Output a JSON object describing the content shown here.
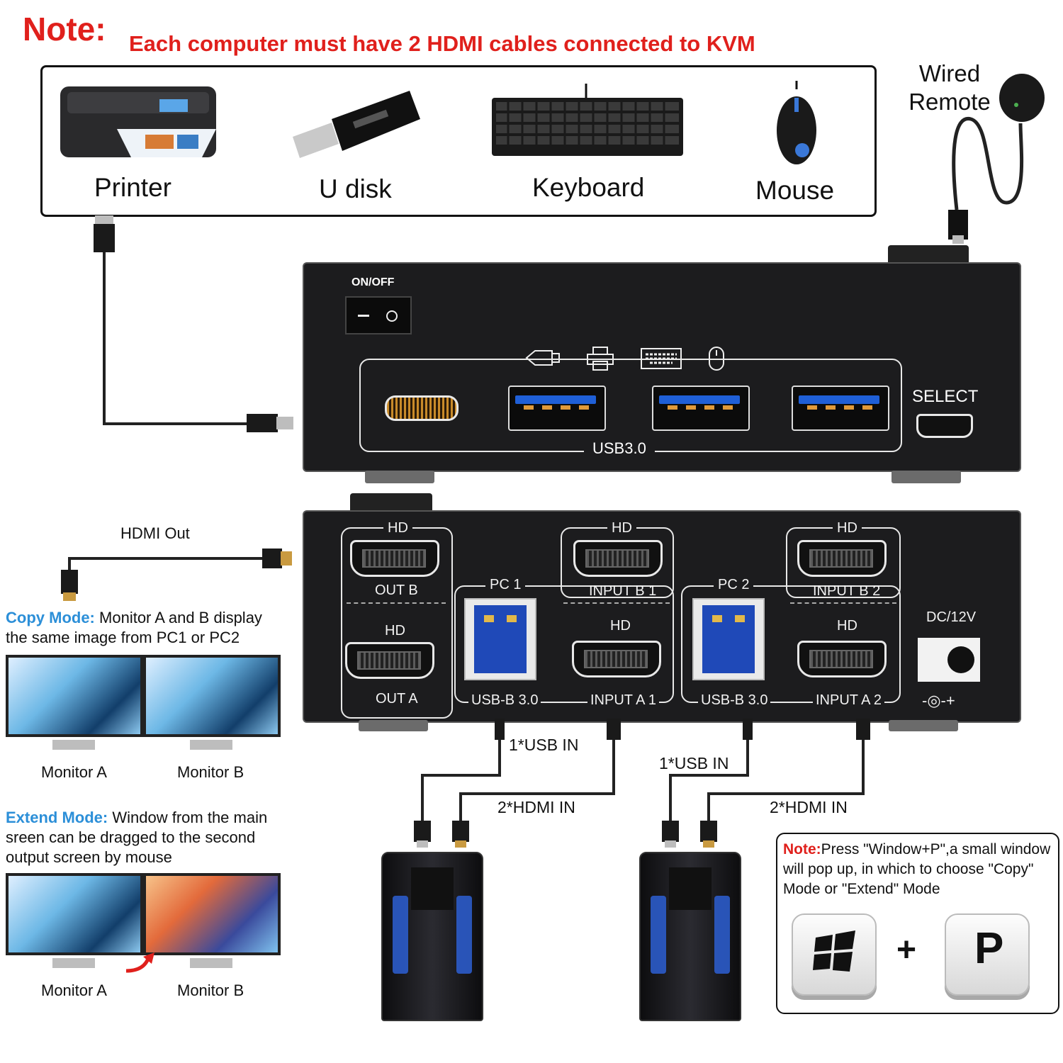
{
  "note": {
    "heading": "Note:",
    "text": "Each computer must have 2 HDMI cables connected to KVM"
  },
  "peripherals": [
    {
      "label": "Printer"
    },
    {
      "label": "U disk"
    },
    {
      "label": "Keyboard"
    },
    {
      "label": "Mouse"
    }
  ],
  "remote_label": "Wired Remote",
  "front_panel": {
    "power_label": "ON/OFF",
    "usb_label": "USB3.0",
    "select_label": "SELECT"
  },
  "back_panel": {
    "hd": "HD",
    "out_b": "OUT B",
    "out_a": "OUT A",
    "pc1": "PC 1",
    "pc2": "PC 2",
    "input_b1": "INPUT B 1",
    "input_a1": "INPUT A 1",
    "input_b2": "INPUT B 2",
    "input_a2": "INPUT A 2",
    "usb_b": "USB-B 3.0",
    "dc": "DC/12V",
    "polarity": "-◎-+"
  },
  "hdmi_out_label": "HDMI Out",
  "copy_mode": {
    "title": "Copy Mode:",
    "text_1": "Monitor A and B display",
    "text_2": "the same image from PC1 or PC2",
    "monitor_a": "Monitor A",
    "monitor_b": "Monitor B"
  },
  "extend_mode": {
    "title": "Extend Mode:",
    "text_1": "Window from the main",
    "text_2": "sreen can be dragged to the second",
    "text_3": "output screen by mouse",
    "monitor_a": "Monitor A",
    "monitor_b": "Monitor B"
  },
  "cables": {
    "usb_in_1": "1*USB  IN",
    "hdmi_in_1": "2*HDMI IN",
    "usb_in_2": "1*USB  IN",
    "hdmi_in_2": "2*HDMI IN"
  },
  "tip": {
    "heading": "Note:",
    "line_1": "Press \"Window+P\",a small window",
    "line_2": "will pop up, in which to choose \"Copy\"",
    "line_3": "Mode or \"Extend\" Mode",
    "plus": "+",
    "key_p": "P"
  },
  "colors": {
    "note_red": "#e0201c",
    "mode_blue": "#2c8fd8",
    "device_body": "#1c1c1e",
    "usb_blue": "#1f5fd6"
  }
}
